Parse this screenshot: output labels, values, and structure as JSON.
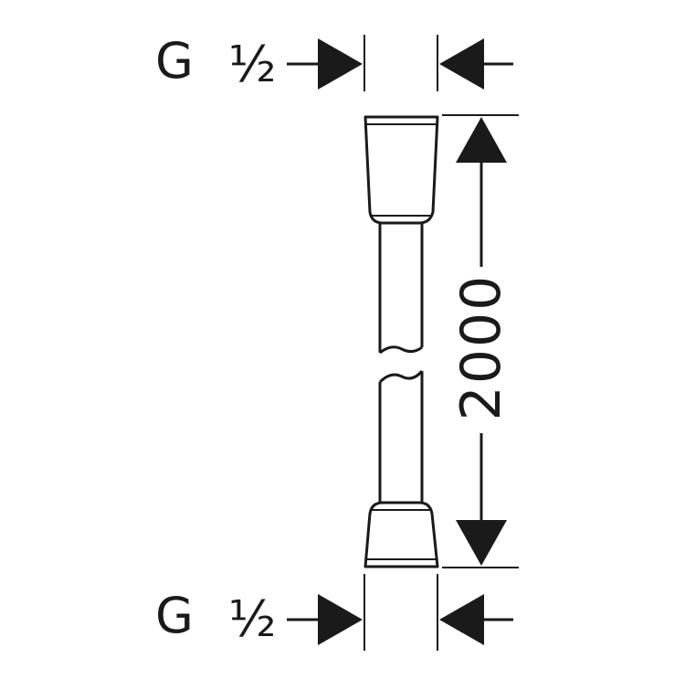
{
  "thread_top": {
    "g": "G",
    "fraction": "½"
  },
  "thread_bottom": {
    "g": "G",
    "fraction": "½"
  },
  "length": "2000",
  "colors": {
    "line": "#1a1a1a",
    "background": "#ffffff"
  }
}
